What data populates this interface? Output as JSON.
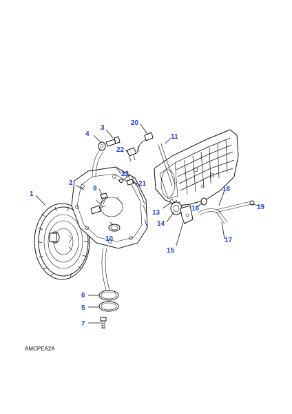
{
  "catalog_code": "AMCPEA2A",
  "callouts": [
    "1",
    "2",
    "3",
    "4",
    "5",
    "6",
    "7",
    "9",
    "10",
    "11",
    "13",
    "14",
    "15",
    "16",
    "17",
    "18",
    "19",
    "20",
    "21",
    "22",
    "23"
  ],
  "colors": {
    "callout": "#1f3fd8",
    "line": "#111111",
    "background": "#ffffff"
  }
}
